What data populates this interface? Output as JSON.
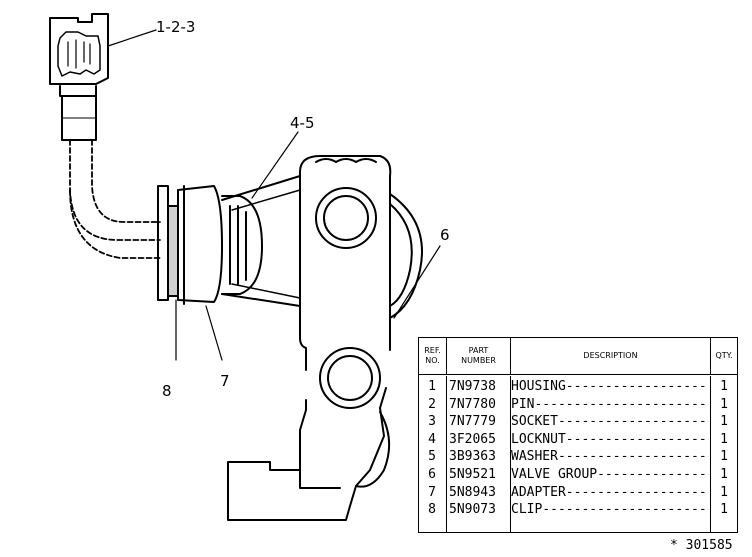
{
  "callouts": {
    "c123": "1-2-3",
    "c45": "4-5",
    "c6": "6",
    "c7": "7",
    "c8": "8"
  },
  "table": {
    "headers": {
      "ref": [
        "REF.",
        "NO."
      ],
      "part": [
        "PART",
        "NUMBER"
      ],
      "desc": "DESCRIPTION",
      "qty": "QTY."
    },
    "rows": [
      {
        "ref": "1",
        "part": "7N9738",
        "desc": "HOUSING",
        "qty": "1"
      },
      {
        "ref": "2",
        "part": "7N7780",
        "desc": "PIN",
        "qty": "1"
      },
      {
        "ref": "3",
        "part": "7N7779",
        "desc": "SOCKET",
        "qty": "1"
      },
      {
        "ref": "4",
        "part": "3F2065",
        "desc": "LOCKNUT",
        "qty": "1"
      },
      {
        "ref": "5",
        "part": "3B9363",
        "desc": "WASHER",
        "qty": "1"
      },
      {
        "ref": "6",
        "part": "5N9521",
        "desc": "VALVE GROUP",
        "qty": "1"
      },
      {
        "ref": "7",
        "part": "5N8943",
        "desc": "ADAPTER",
        "qty": "1"
      },
      {
        "ref": "8",
        "part": "5N9073",
        "desc": "CLIP",
        "qty": "1"
      }
    ]
  },
  "doc_number": "* 301585"
}
